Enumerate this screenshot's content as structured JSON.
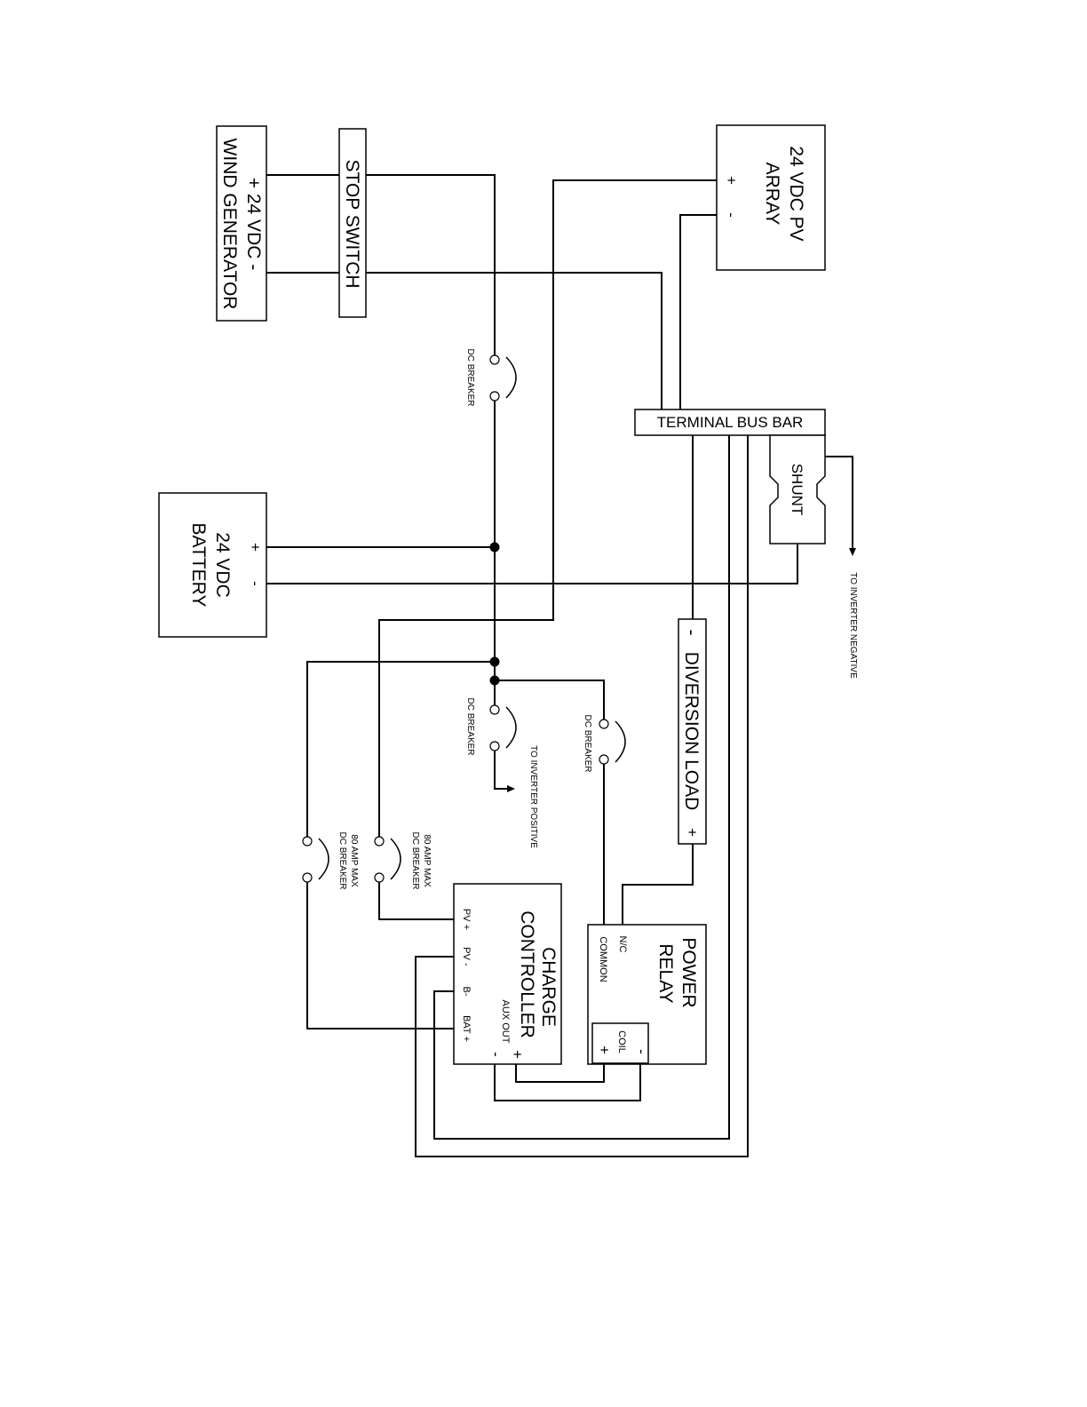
{
  "components": {
    "wind_generator": {
      "line1": "+ 24 VDC -",
      "line2": "WIND GENERATOR"
    },
    "stop_switch": {
      "label": "STOP SWITCH"
    },
    "pv_array": {
      "line1": "24 VDC PV",
      "line2": "ARRAY",
      "plus": "+",
      "minus": "-"
    },
    "battery": {
      "line1": "24 VDC",
      "line2": "BATTERY",
      "plus": "+",
      "minus": "-"
    },
    "terminal_bus_bar": {
      "label": "TERMINAL BUS BAR"
    },
    "shunt": {
      "label": "SHUNT"
    },
    "diversion_load": {
      "minus": "-",
      "label": "DIVERSION LOAD",
      "plus": "+"
    },
    "charge_controller": {
      "line1": "CHARGE",
      "line2": "CONTROLLER",
      "terminals": [
        "PV +",
        "PV -",
        "B-",
        "BAT +"
      ],
      "aux_out": "AUX OUT",
      "aux_minus": "-",
      "aux_plus": "+"
    },
    "power_relay": {
      "line1": "POWER",
      "line2": "RELAY",
      "nc": "N/C",
      "common": "COMMON",
      "coil": "COIL",
      "coil_plus": "+",
      "coil_minus": "-"
    }
  },
  "breakers": {
    "wind": "DC BREAKER",
    "inverter": "DC BREAKER",
    "relay": "DC BREAKER",
    "pv_line1": "80 AMP MAX",
    "pv_line2": "DC BREAKER",
    "batt_line1": "80 AMP MAX",
    "batt_line2": "DC BREAKER"
  },
  "annotations": {
    "to_inverter_positive": "TO INVERTER POSITIVE",
    "to_inverter_negative": "TO INVERTER NEGATIVE"
  }
}
